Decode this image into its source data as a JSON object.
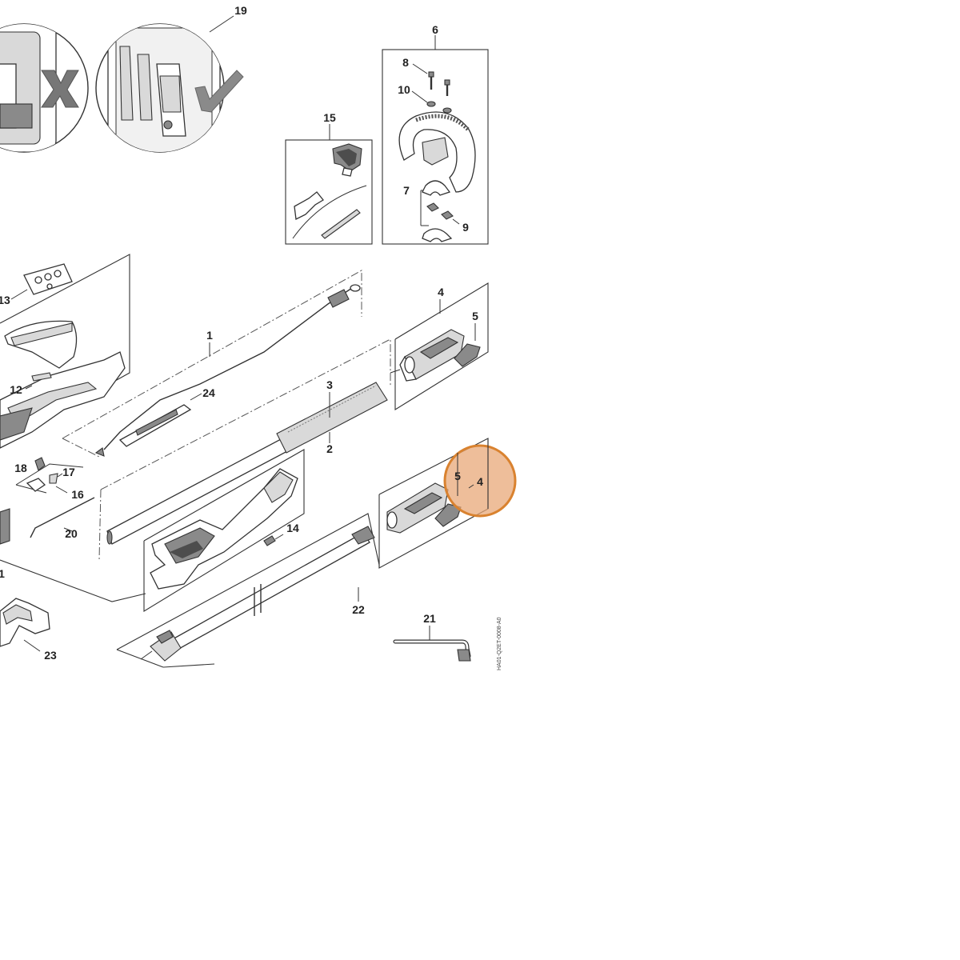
{
  "document_code": "HA01-Q2ET-0008-A0",
  "highlight_color": "#e8a878",
  "highlight_stroke": "#d9822f",
  "callouts": {
    "c1": "1",
    "c2": "2",
    "c3": "3",
    "c4": "4",
    "c4b": "4",
    "c5": "5",
    "c5b": "5",
    "c6": "6",
    "c7": "7",
    "c8": "8",
    "c9": "9",
    "c10": "10",
    "c11": "1",
    "c12": "12",
    "c13": "13",
    "c14": "14",
    "c15": "15",
    "c16": "16",
    "c17": "17",
    "c18": "18",
    "c19": "19",
    "c20": "20",
    "c21": "21",
    "c22": "22",
    "c23": "23",
    "c24": "24"
  },
  "icons": {
    "wrong": "cross-mark-icon",
    "right": "check-mark-icon"
  }
}
